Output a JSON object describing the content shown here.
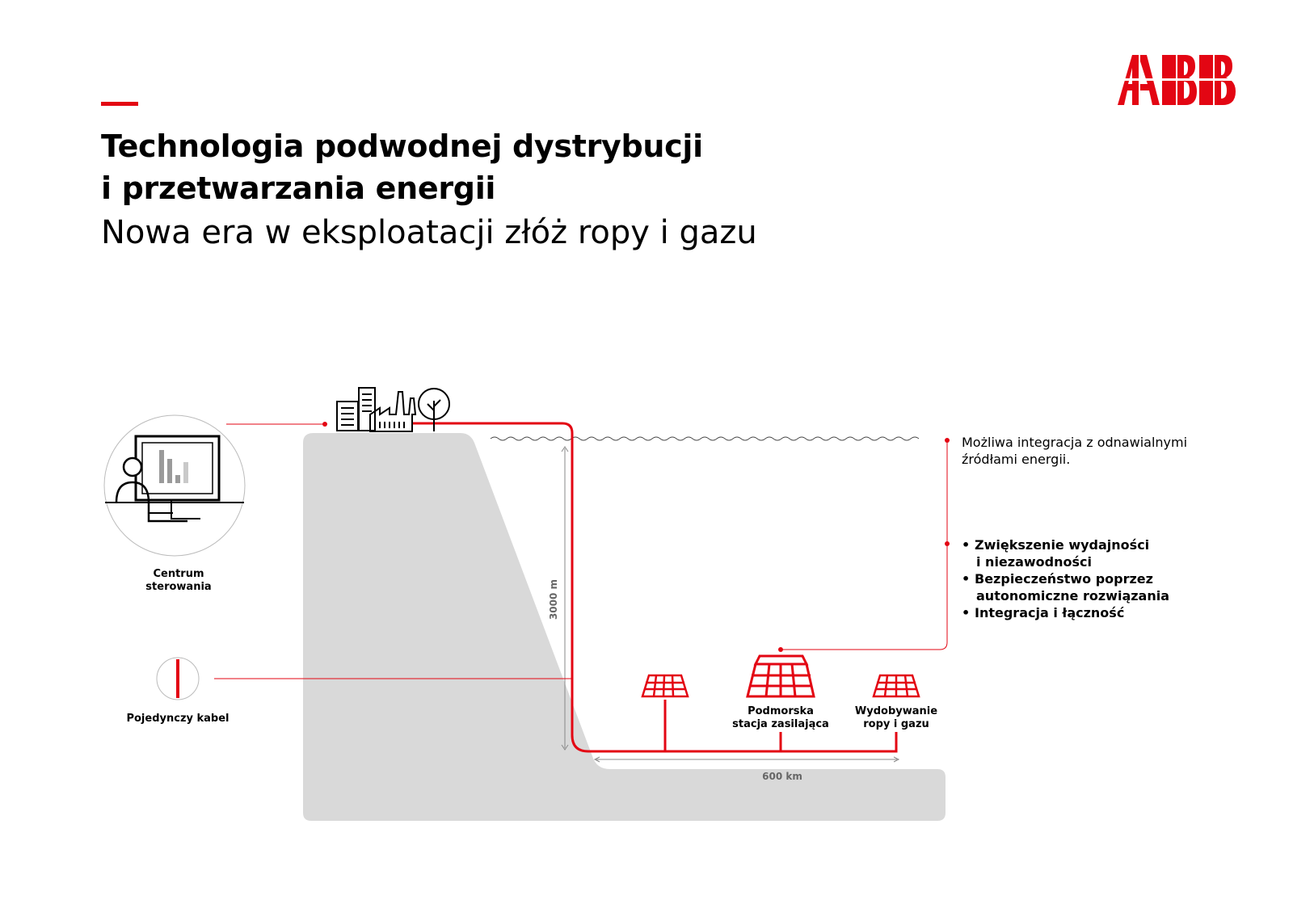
{
  "brand": {
    "logo_text": "ABB",
    "accent_color": "#e30613"
  },
  "header": {
    "title_lines": [
      "Technologia podwodnej dystrybucji",
      "i przetwarzania energii"
    ],
    "subtitle": "Nowa era w eksploatacji złóż ropy i gazu"
  },
  "left_panel": {
    "control_center": {
      "label_lines": [
        "Centrum",
        "sterowania"
      ],
      "icon": "operator-monitor-icon"
    },
    "cable": {
      "label": "Pojedynczy kabel",
      "icon": "single-cable-icon"
    }
  },
  "diagram": {
    "shore_icons": [
      "office-building-icon",
      "factory-icon",
      "tree-icon"
    ],
    "depth_label": "3000 m",
    "distance_label": "600 km",
    "subsea_units": [
      {
        "icon": "subsea-module-icon",
        "label_lines": []
      },
      {
        "icon": "subsea-power-station-icon",
        "label_lines": [
          "Podmorska",
          "stacja zasilająca"
        ]
      },
      {
        "icon": "oil-gas-production-icon",
        "label_lines": [
          "Wydobywanie",
          "ropy i gazu"
        ]
      }
    ],
    "colors": {
      "ground": "#d9d9d9",
      "cable": "#e30613",
      "line": "#888888"
    }
  },
  "right_panel": {
    "renewables_lines": [
      "Możliwa integracja z odnawialnymi",
      "źródłami energii."
    ],
    "benefits": [
      {
        "lines": [
          "Zwiększenie wydajności",
          "i niezawodności"
        ]
      },
      {
        "lines": [
          "Bezpieczeństwo poprzez",
          "autonomiczne rozwiązania"
        ]
      },
      {
        "lines": [
          "Integracja i łączność"
        ]
      }
    ]
  }
}
